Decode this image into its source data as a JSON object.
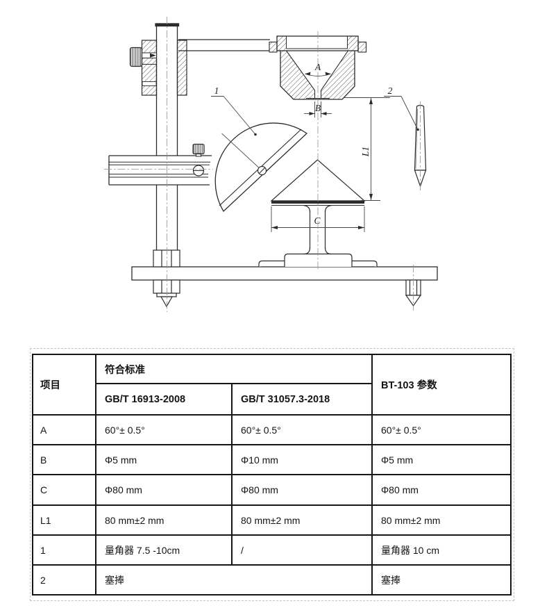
{
  "drawing": {
    "labels": {
      "dim_a": "A",
      "dim_b": "B",
      "dim_c": "C",
      "dim_l1": "L1",
      "part1": "1",
      "part2": "2"
    }
  },
  "table": {
    "header": {
      "item": "项目",
      "standards": "符合标准",
      "std1": "GB/T 16913-2008",
      "std2": "GB/T 31057.3-2018",
      "product": "BT-103 参数"
    },
    "rows": [
      {
        "item": "A",
        "std1": "60°± 0.5°",
        "std2": "60°± 0.5°",
        "product": "60°± 0.5°"
      },
      {
        "item": "B",
        "std1": "Φ5 mm",
        "std2": "Φ10 mm",
        "product": "Φ5 mm"
      },
      {
        "item": "C",
        "std1": "Φ80 mm",
        "std2": "Φ80 mm",
        "product": "Φ80 mm"
      },
      {
        "item": "L1",
        "std1": "80 mm±2 mm",
        "std2": "80 mm±2 mm",
        "product": "80 mm±2 mm"
      },
      {
        "item": "1",
        "std1": "量角器 7.5 -10cm",
        "std2": "/",
        "product": "量角器 10 cm"
      },
      {
        "item": "2",
        "merged": "塞捧",
        "product": "塞捧"
      }
    ]
  },
  "colors": {
    "line": "#2b2b2b",
    "dimension": "#444444",
    "centerline": "#909090",
    "table_border": "#161616"
  }
}
